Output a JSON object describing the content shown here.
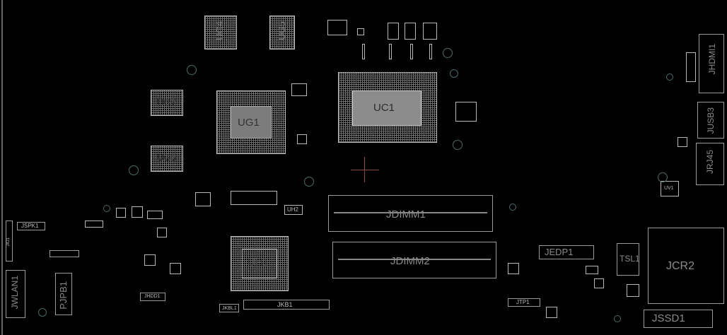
{
  "labels": {
    "ug4": "UG4",
    "ug5": "UG5",
    "uc1": "UC1",
    "ug7": "UG7",
    "ug1": "UG1",
    "ug6": "UG6",
    "jhdmi1": "JHDMI1",
    "jusb3": "JUSB3",
    "jrj45": "JRJ45",
    "jdimm1": "JDIMM1",
    "jdimm2": "JDIMM2",
    "uh1": "UH1",
    "uh2": "UH2",
    "jkb1": "JKB1",
    "jkbl1": "JKBL1",
    "jedp1": "JEDP1",
    "tsl1": "TSL1",
    "jcr2": "JCR2",
    "jssd1": "JSSD1",
    "jtp1": "JTP1",
    "jspk1": "JSPK1",
    "jio1": "JIO1",
    "jwlan1": "JWLAN1",
    "jpjpb1": "PJPB1",
    "jhdd1": "JHDD1",
    "uv1": "UV1"
  }
}
